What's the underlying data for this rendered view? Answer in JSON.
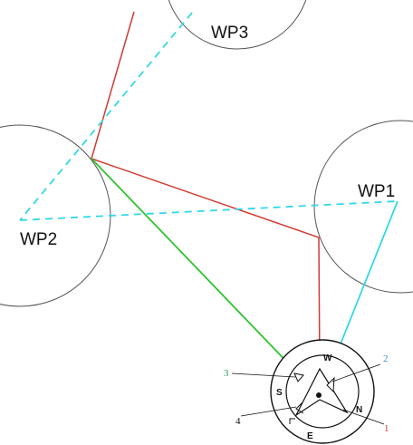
{
  "waypoints": {
    "wp1": "WP1",
    "wp2": "WP2",
    "wp3": "WP3"
  },
  "compass": {
    "north": "N",
    "east": "E",
    "south": "S",
    "west": "W"
  },
  "callouts": {
    "c1": "1",
    "c2": "2",
    "c3": "3",
    "c4": "4"
  },
  "colors": {
    "red_track": "#d23a32",
    "cyan_track": "#32d7e8",
    "green_track": "#2fc42f",
    "circle_outline": "#555555",
    "callout1_color": "#d23a32",
    "callout2_color": "#3a8fd2",
    "callout3_color": "#2f9e5e",
    "callout4_color": "#111111"
  }
}
